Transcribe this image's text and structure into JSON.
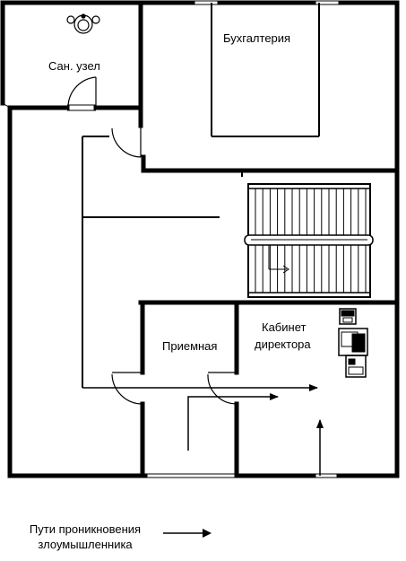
{
  "rooms": {
    "sanuzel": "Сан. узел",
    "buhgalteria": "Бухгалтерия",
    "priemnaya": "Приемная",
    "kabinet_line1": "Кабинет",
    "kabinet_line2": "директора"
  },
  "legend": {
    "line1": "Пути проникновения",
    "line2": "злоумышленника"
  },
  "colors": {
    "wall": "#000000",
    "background": "#ffffff"
  },
  "icons": [
    "washbasin-icon",
    "stairs-icon",
    "door-swing-icon",
    "office-equipment-icon",
    "arrow-icon"
  ]
}
